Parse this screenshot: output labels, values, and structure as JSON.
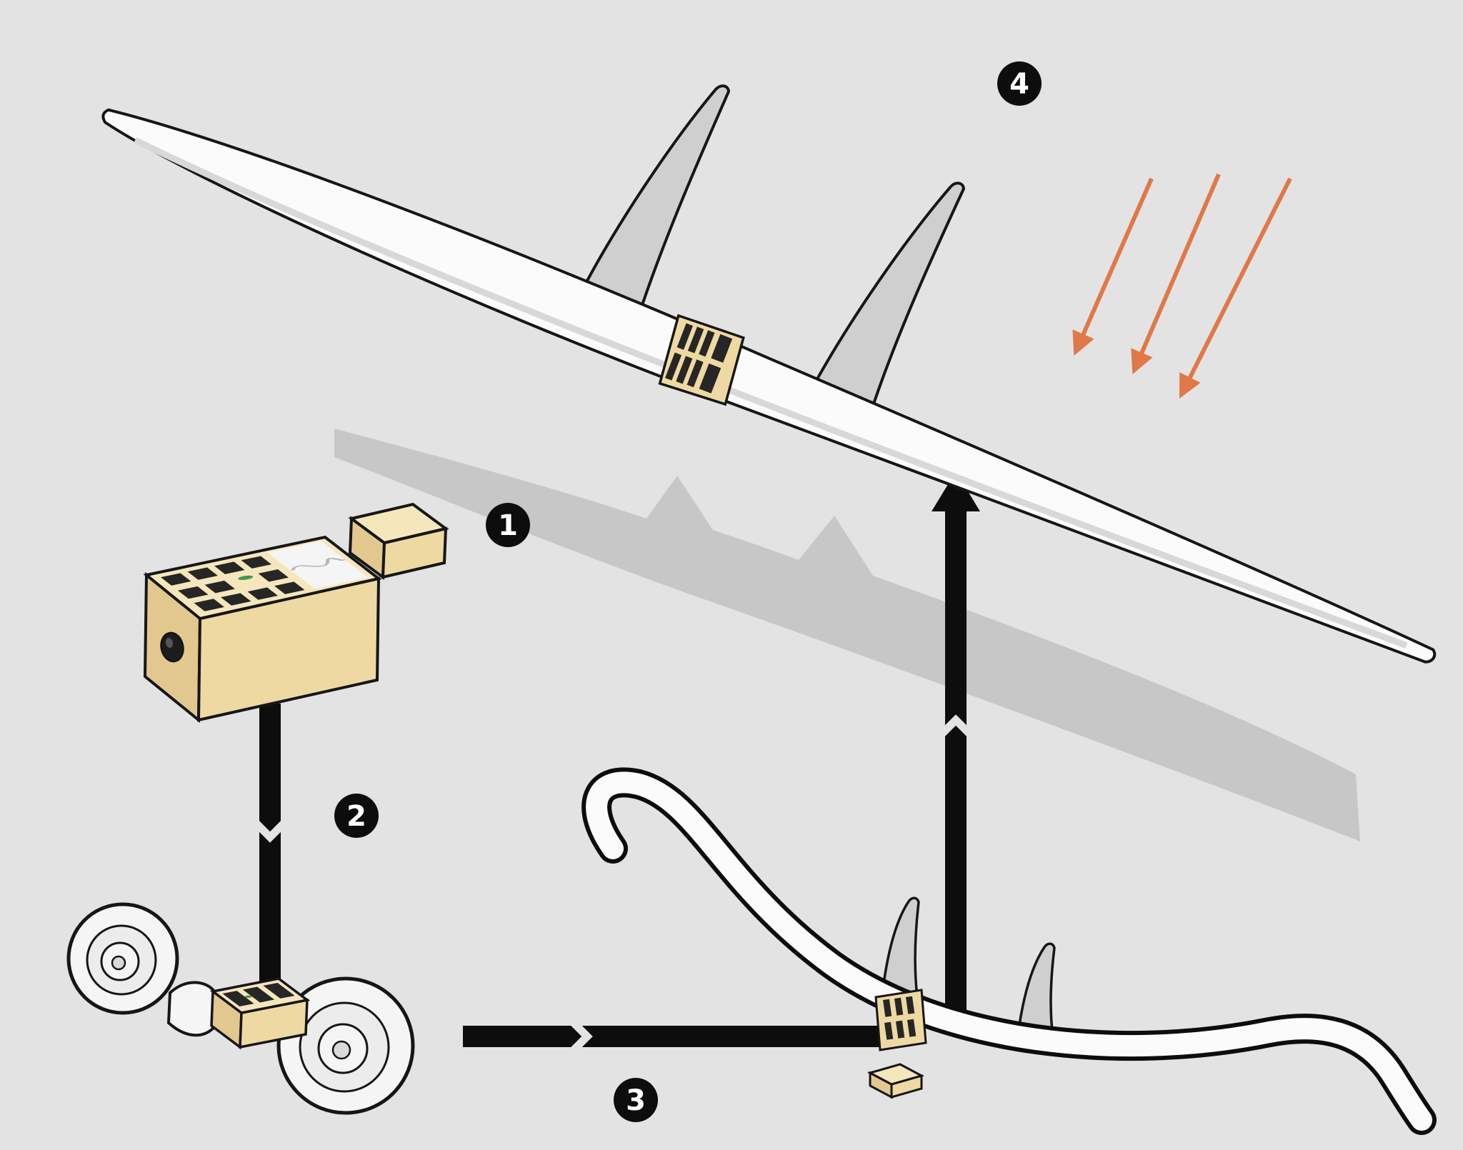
{
  "steps": [
    {
      "label": "1"
    },
    {
      "label": "2"
    },
    {
      "label": "3"
    },
    {
      "label": "4"
    }
  ],
  "colors": {
    "background": "#e3e3e3",
    "outline": "#161616",
    "flow_arrow": "#0d0d0d",
    "sun_arrow": "#e07848",
    "badge_bg": "#0d0d0d",
    "badge_text": "#ffffff",
    "panel_tan": "#efd9a2",
    "panel_tan_dark": "#e2c88f",
    "panel_tan_light": "#f6e6bc",
    "solar_cell": "#262626",
    "wing_white": "#fbfbfb",
    "wing_shade": "#d8d8d8",
    "fin_gray": "#cfcfcf",
    "shadow_gray": "#c7c7c7",
    "led_green": "#3f9a4d"
  }
}
